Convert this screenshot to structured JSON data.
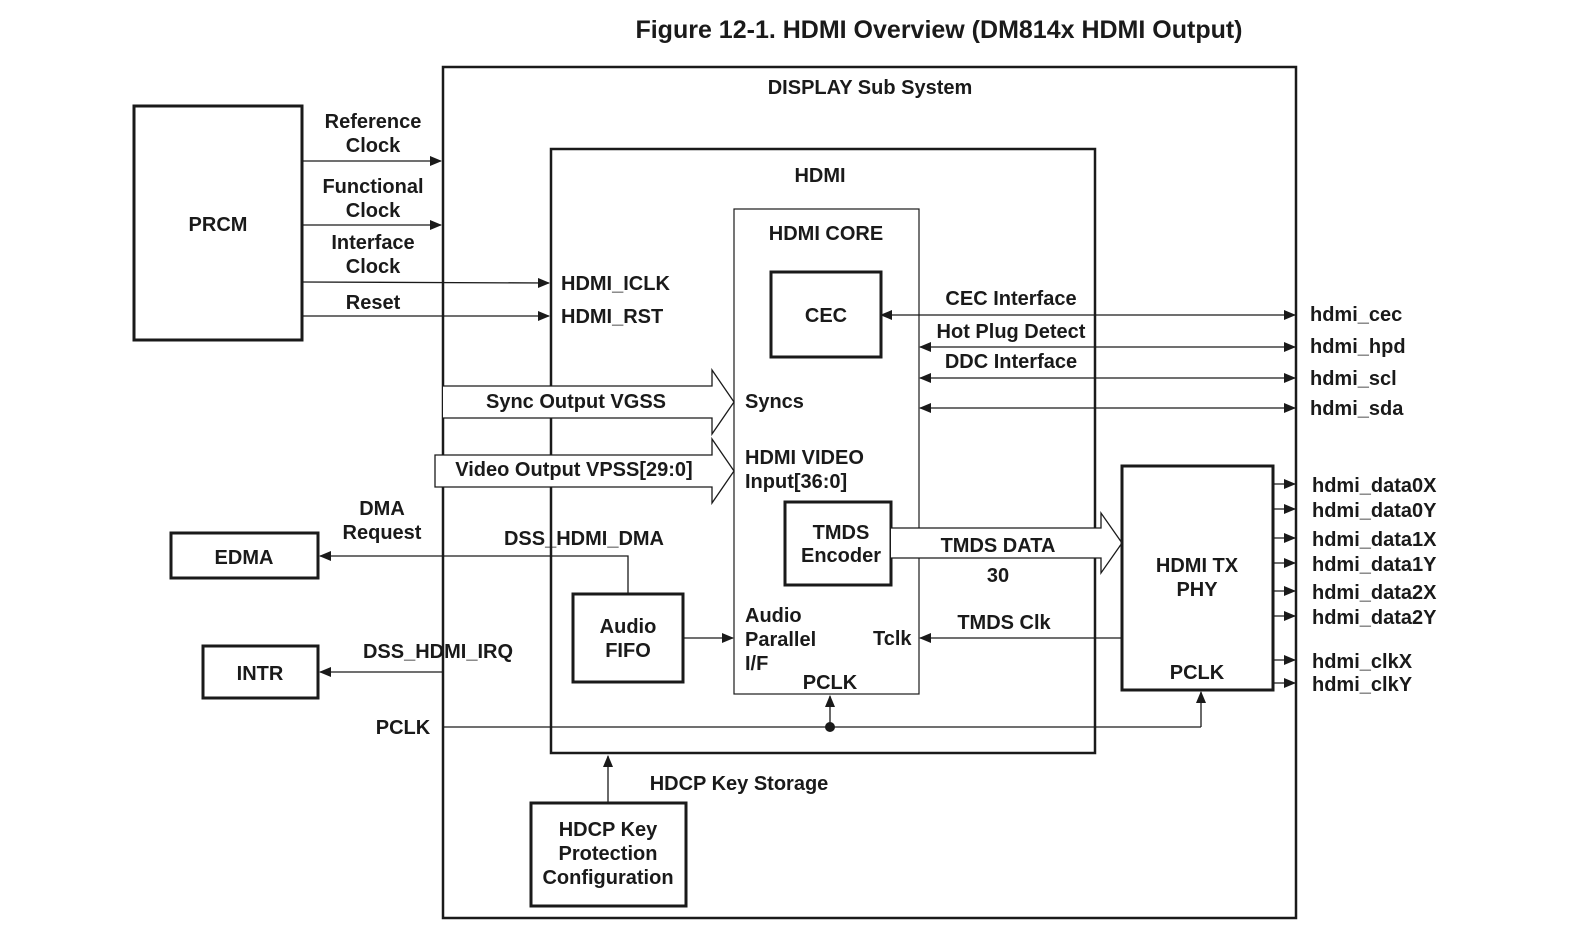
{
  "title": "Figure 12-1. HDMI Overview  (DM814x HDMI Output)",
  "blocks": {
    "prcm": "PRCM",
    "display_subsystem": "DISPLAY Sub System",
    "hdmi": "HDMI",
    "hdmi_core": "HDMI CORE",
    "cec": "CEC",
    "tmds_encoder": [
      "TMDS",
      "Encoder"
    ],
    "audio_fifo": [
      "Audio",
      "FIFO"
    ],
    "hdmi_tx_phy": [
      "HDMI TX",
      "PHY"
    ],
    "edma": "EDMA",
    "intr": "INTR",
    "hdcp_box": [
      "HDCP Key",
      "Protection",
      "Configuration"
    ]
  },
  "labels": {
    "reference_clock": [
      "Reference",
      "Clock"
    ],
    "functional_clock": [
      "Functional",
      "Clock"
    ],
    "interface_clock": [
      "Interface",
      "Clock"
    ],
    "reset": "Reset",
    "hdmi_iclk": "HDMI_ICLK",
    "hdmi_rst": "HDMI_RST",
    "sync_output": "Sync Output VGSS",
    "syncs": "Syncs",
    "video_output": "Video Output VPSS[29:0]",
    "hdmi_video_input": [
      "HDMI VIDEO",
      "Input[36:0]"
    ],
    "dma_request": [
      "DMA",
      "Request"
    ],
    "dss_hdmi_dma": "DSS_HDMI_DMA",
    "dss_hdmi_irq": "DSS_HDMI_IRQ",
    "pclk_left": "PCLK",
    "audio_parallel": [
      "Audio",
      "Parallel",
      "I/F"
    ],
    "core_pclk": "PCLK",
    "tclk": "Tclk",
    "tmds_clk": "TMDS Clk",
    "tmds_data": "TMDS DATA",
    "tmds_width": "30",
    "phy_pclk": "PCLK",
    "cec_interface": "CEC Interface",
    "hot_plug_detect": "Hot Plug Detect",
    "ddc_interface": "DDC Interface",
    "hdcp_key_storage": "HDCP Key Storage"
  },
  "pins": {
    "cec": "hdmi_cec",
    "hpd": "hdmi_hpd",
    "scl": "hdmi_scl",
    "sda": "hdmi_sda",
    "data": [
      "hdmi_data0X",
      "hdmi_data0Y",
      "hdmi_data1X",
      "hdmi_data1Y",
      "hdmi_data2X",
      "hdmi_data2Y",
      "hdmi_clkX",
      "hdmi_clkY"
    ]
  }
}
